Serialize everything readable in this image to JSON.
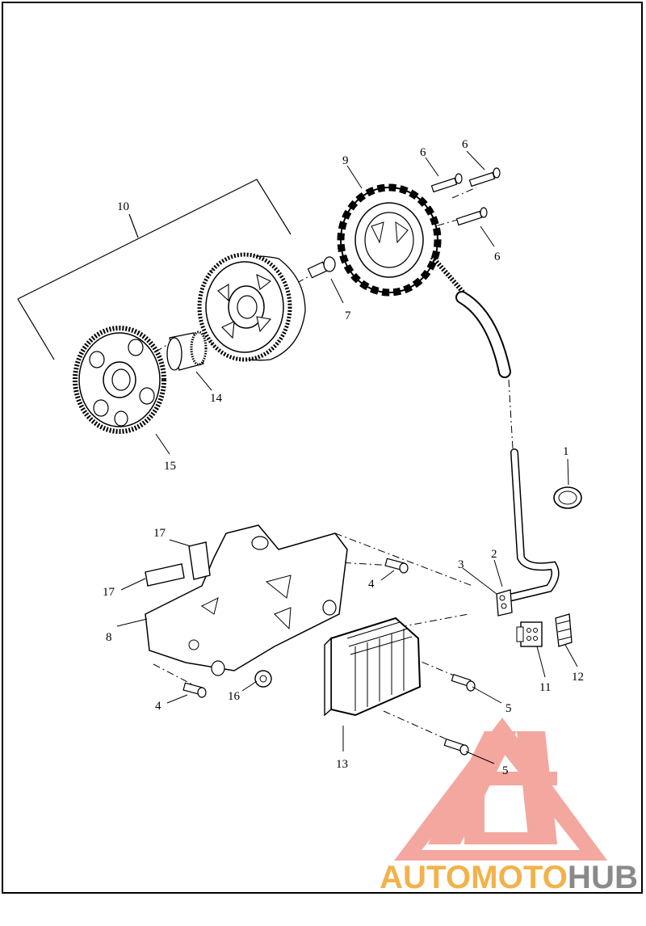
{
  "callouts": {
    "c1": "1",
    "c2": "2",
    "c3": "3",
    "c4a": "4",
    "c4b": "4",
    "c5a": "5",
    "c5b": "5",
    "c6a": "6",
    "c6b": "6",
    "c6c": "6",
    "c7": "7",
    "c8": "8",
    "c9": "9",
    "c10": "10",
    "c11": "11",
    "c12": "12",
    "c13": "13",
    "c14": "14",
    "c15": "15",
    "c16": "16",
    "c17a": "17",
    "c17b": "17"
  },
  "watermark": {
    "part1": "AUTO",
    "part2": "MOTO",
    "part3": "HUB",
    "color_auto": "#f2b24a",
    "color_moto": "#f2b24a",
    "color_hub": "#8a8a8a",
    "logo_color": "#f08a80"
  }
}
